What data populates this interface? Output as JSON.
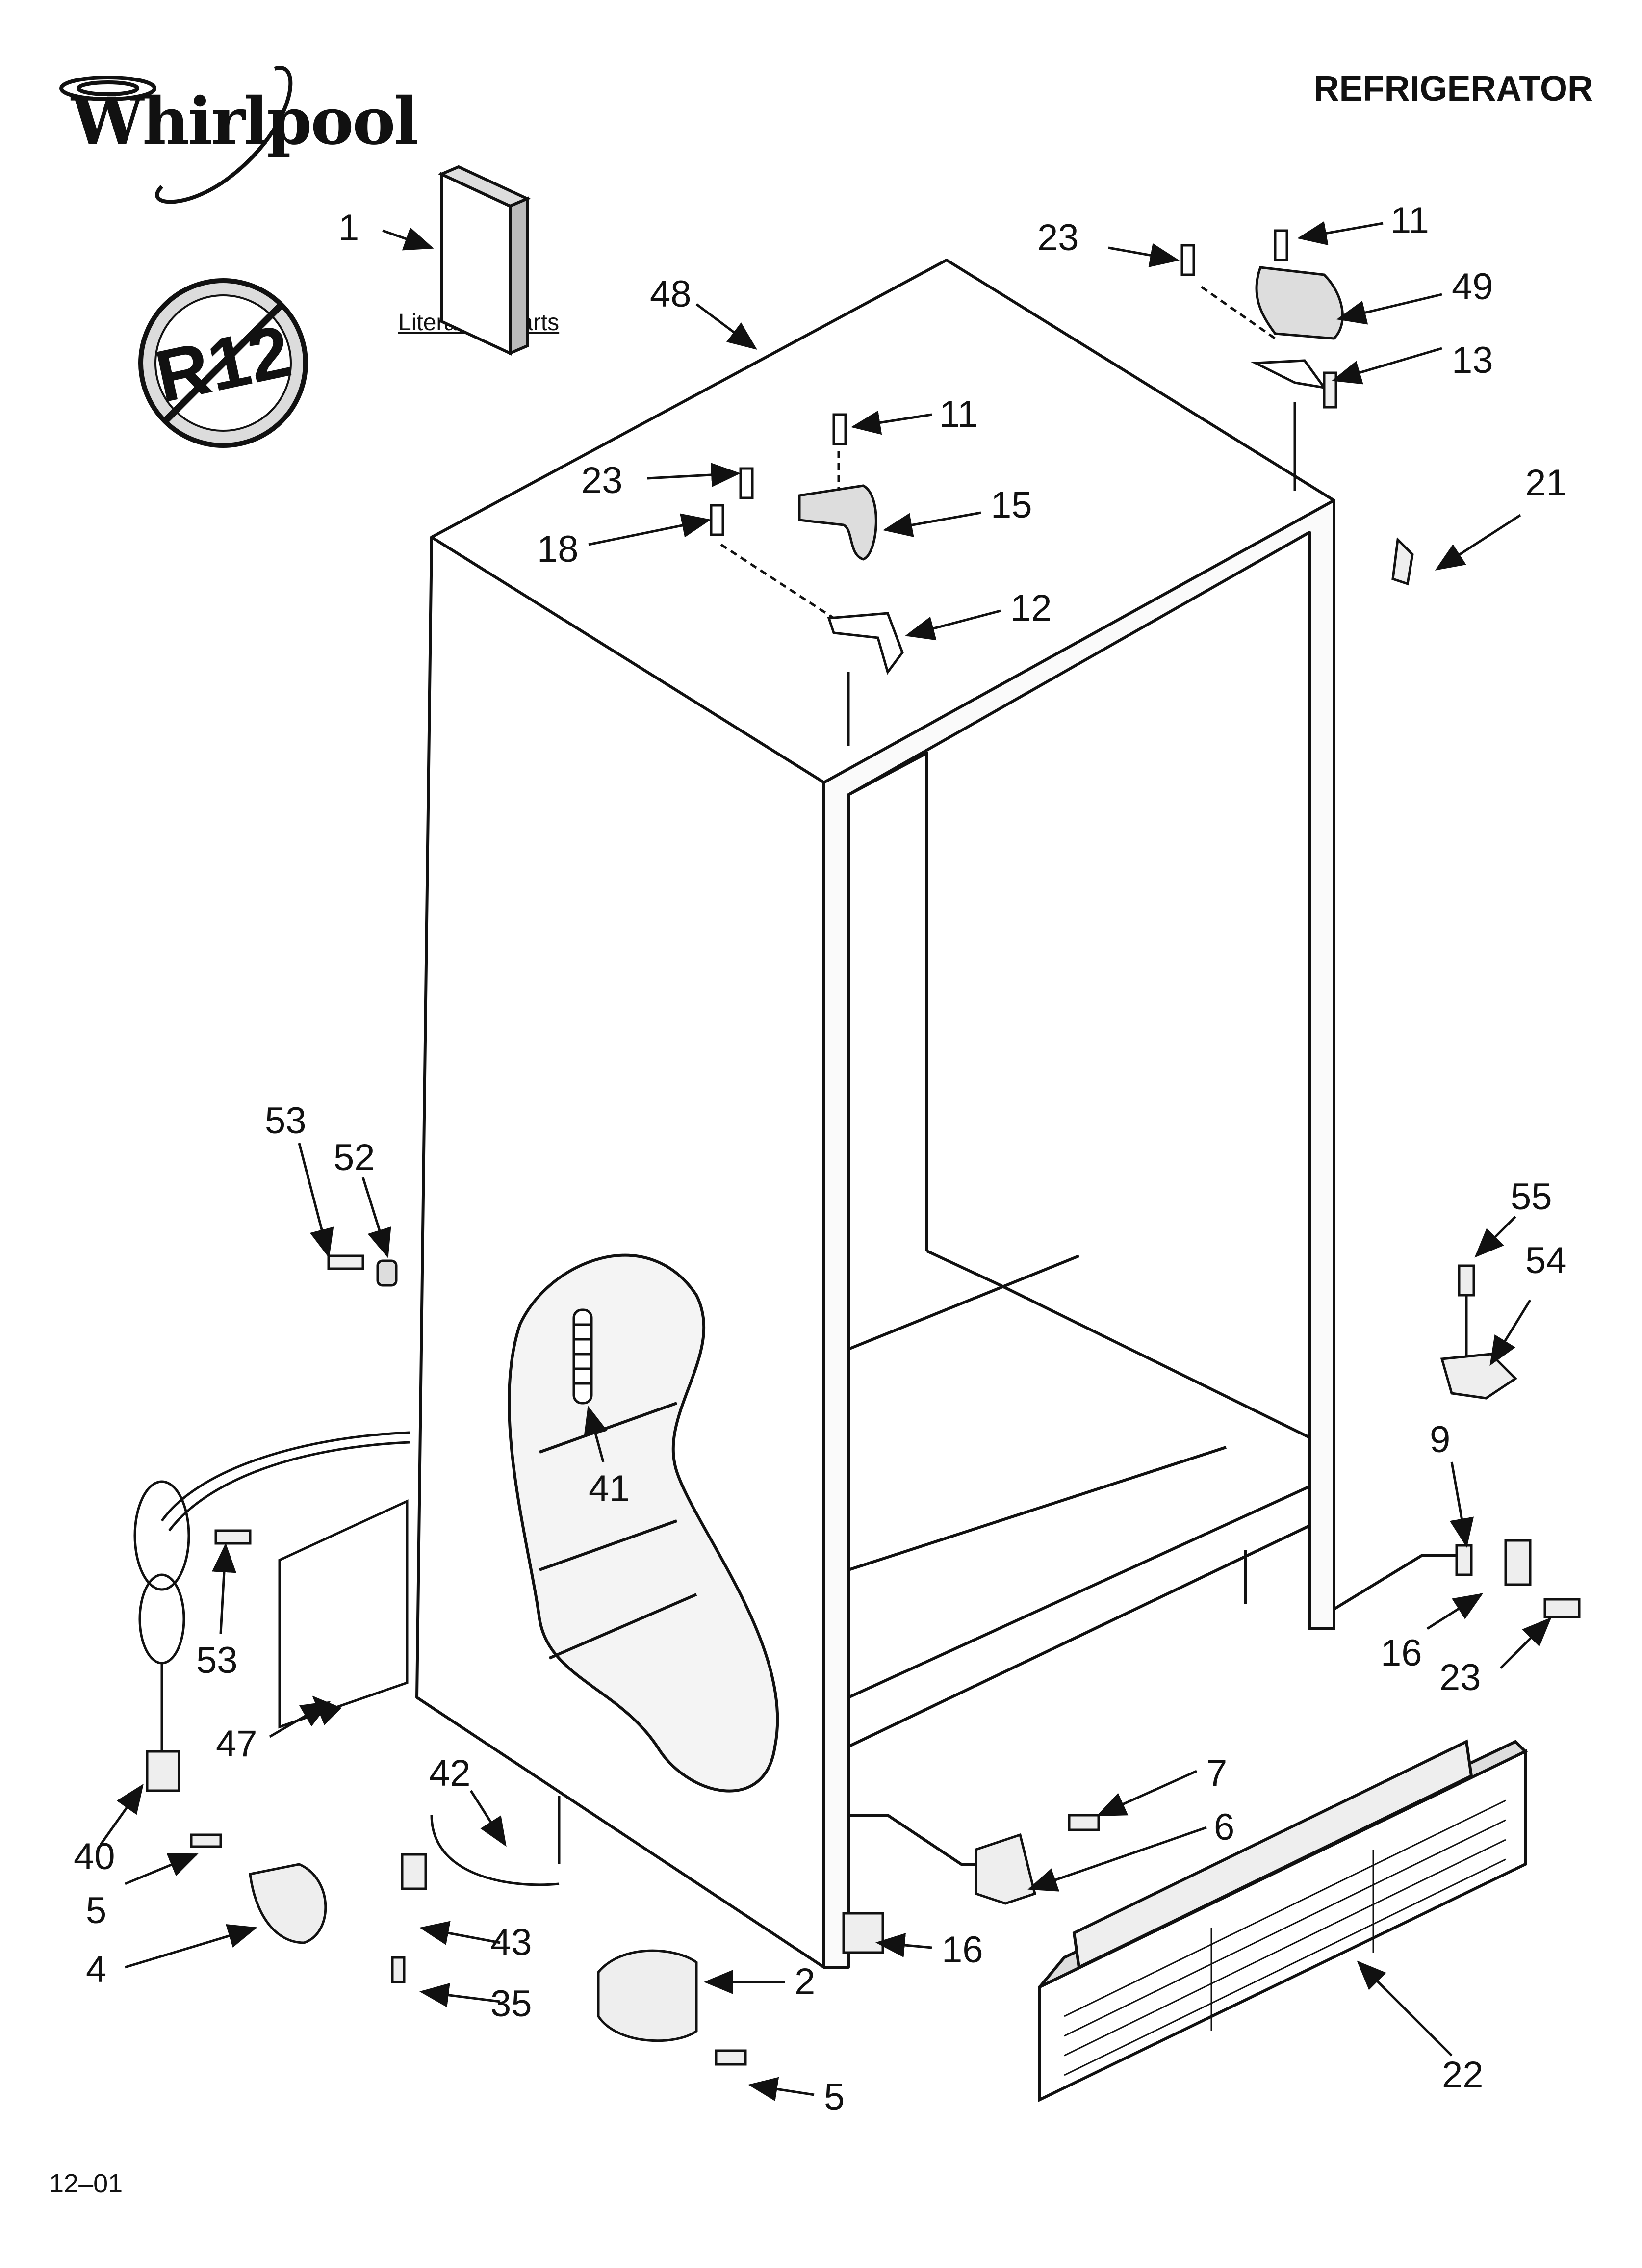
{
  "brand": {
    "name": "Whirlpool"
  },
  "header": {
    "title": "REFRIGERATOR"
  },
  "badge": {
    "text": "R12"
  },
  "literature": {
    "label": "Literature Parts"
  },
  "footer": {
    "code": "12–01"
  },
  "callouts": {
    "c1": "1",
    "c48": "48",
    "c23a": "23",
    "c11a": "11",
    "c49": "49",
    "c13": "13",
    "c11b": "11",
    "c23b": "23",
    "c15": "15",
    "c18": "18",
    "c21": "21",
    "c12": "12",
    "c53a": "53",
    "c52": "52",
    "c55": "55",
    "c54": "54",
    "c41": "41",
    "c9": "9",
    "c53b": "53",
    "c16a": "16",
    "c23c": "23",
    "c47": "47",
    "c42": "42",
    "c7": "7",
    "c6": "6",
    "c40": "40",
    "c5a": "5",
    "c43": "43",
    "c16b": "16",
    "c4": "4",
    "c35": "35",
    "c2": "2",
    "c22": "22",
    "c5b": "5"
  },
  "colors": {
    "ink": "#111111",
    "paper": "#ffffff",
    "shade": "#f4f4f4"
  }
}
